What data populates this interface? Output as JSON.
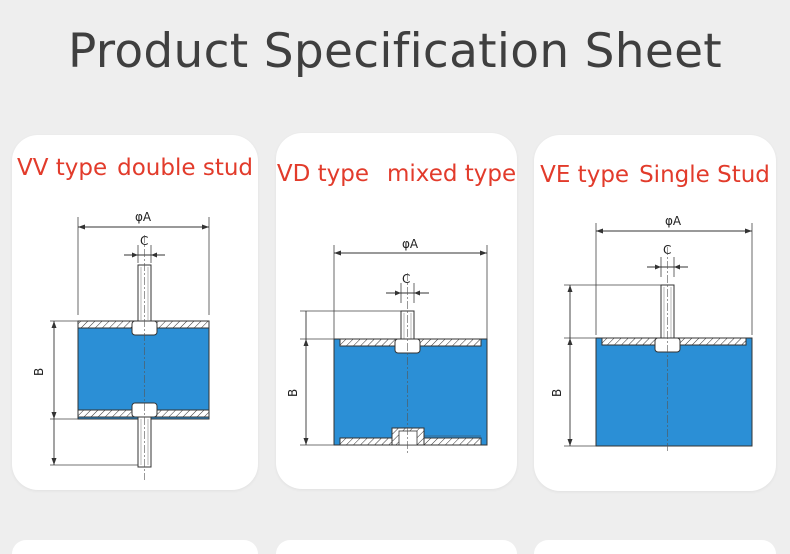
{
  "page_title": "Product Specification Sheet",
  "cards": [
    {
      "type_label": "VV type",
      "desc_label": "double stud",
      "dims": {
        "a": "φA",
        "c": "C",
        "b": "B"
      }
    },
    {
      "type_label": "VD type",
      "desc_label": "mixed type",
      "dims": {
        "a": "φA",
        "c": "C",
        "b": "B"
      }
    },
    {
      "type_label": "VE type",
      "desc_label": "Single Stud",
      "dims": {
        "a": "φA",
        "c": "C",
        "b": "B"
      }
    }
  ],
  "colors": {
    "rubber_blue": "#2b8fd6",
    "title_red": "#e23b2b",
    "title_gray": "#3f3f3f",
    "background": "#eeeeee"
  }
}
